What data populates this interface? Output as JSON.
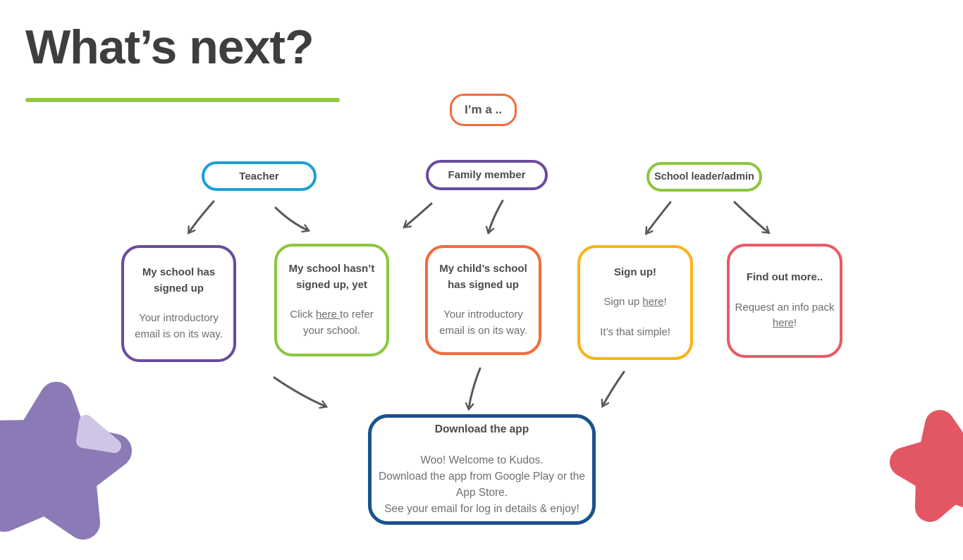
{
  "slide": {
    "title": "What’s next?",
    "underline_color": "#93c83e",
    "background_color": "#ffffff",
    "title_color": "#3e3e3e"
  },
  "diagram": {
    "root": {
      "label": "I’m a ..",
      "border_color": "#f26b3c"
    },
    "roles": [
      {
        "label": "Teacher",
        "border_color": "#1d9fd6"
      },
      {
        "label": "Family member",
        "border_color": "#6a4c9d"
      },
      {
        "label": "School leader/admin",
        "border_color": "#8dc63f"
      }
    ],
    "cards": [
      {
        "title": "My school has signed up",
        "border_color": "#6a4c9d",
        "paragraphs": [
          [
            {
              "t": "Your introductory email is on its way."
            }
          ]
        ]
      },
      {
        "title": "My school hasn’t signed up, yet",
        "border_color": "#8dc63f",
        "paragraphs": [
          [
            {
              "t": "Click "
            },
            {
              "t": "here ",
              "u": true
            },
            {
              "t": "to refer your school."
            }
          ]
        ]
      },
      {
        "title": "My child’s school has signed up",
        "border_color": "#f26b3c",
        "paragraphs": [
          [
            {
              "t": "Your introductory email is on its way."
            }
          ]
        ]
      },
      {
        "title": "Sign up!",
        "border_color": "#fab317",
        "paragraphs": [
          [
            {
              "t": "Sign up "
            },
            {
              "t": "here",
              "u": true
            },
            {
              "t": "!"
            }
          ],
          [
            {
              "t": "It’s that simple!"
            }
          ]
        ]
      },
      {
        "title": "Find out more..",
        "border_color": "#ea5a64",
        "paragraphs": [
          [
            {
              "t": "Request an info pack "
            },
            {
              "t": "here",
              "u": true
            },
            {
              "t": "!"
            }
          ]
        ]
      }
    ],
    "download": {
      "title": "Download the app",
      "border_color": "#1a528c",
      "paragraphs": [
        [
          {
            "t": "Woo! Welcome to Kudos."
          }
        ],
        [
          {
            "t": "Download the app from Google Play or the App Store."
          }
        ],
        [
          {
            "t": "See your email for log in details & enjoy!"
          }
        ]
      ]
    },
    "connections": [
      {
        "from": "Teacher",
        "to": "My school has signed up"
      },
      {
        "from": "Teacher",
        "to": "My school hasn’t signed up, yet"
      },
      {
        "from": "Family member",
        "to": "My school hasn’t signed up, yet"
      },
      {
        "from": "Family member",
        "to": "My child’s school has signed up"
      },
      {
        "from": "School leader/admin",
        "to": "Sign up!"
      },
      {
        "from": "School leader/admin",
        "to": "Find out more.."
      },
      {
        "from": "My school hasn’t signed up, yet",
        "to": "Download the app"
      },
      {
        "from": "My child’s school has signed up",
        "to": "Download the app"
      },
      {
        "from": "Sign up!",
        "to": "Download the app"
      }
    ],
    "arrow_color": "#595959",
    "decorations": {
      "purple_star_color": "#8b7ab5",
      "purple_star_accent_color": "#cfc6e6",
      "red_star_color": "#e25763"
    }
  }
}
